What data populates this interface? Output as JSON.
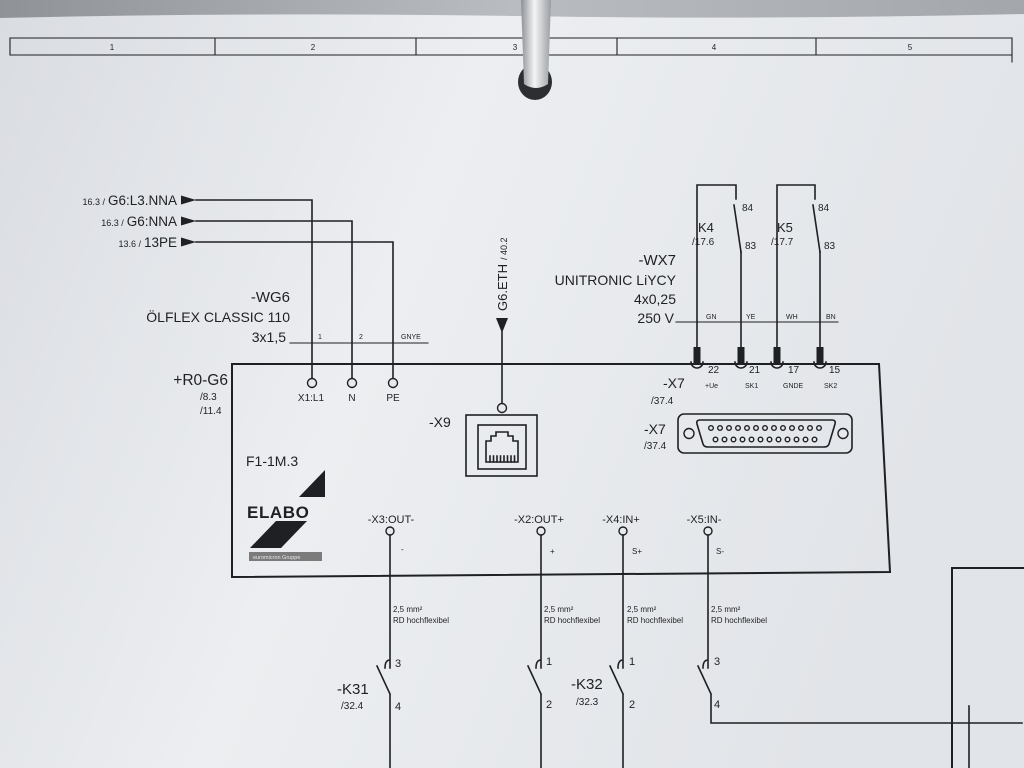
{
  "colors": {
    "paper": "#e7e9ed",
    "ink": "#1f2023",
    "logo_bar": "#7b7b7b"
  },
  "sheet": {
    "columns": [
      "1",
      "2",
      "3",
      "4",
      "5"
    ]
  },
  "incoming": [
    {
      "ref": "16.3 /",
      "signal": "G6:L3.NNA"
    },
    {
      "ref": "16.3 /",
      "signal": "G6:NNA"
    },
    {
      "ref": "13.6 /",
      "signal": "13PE"
    }
  ],
  "cable_wg6": {
    "tag": "-WG6",
    "type": "ÖLFLEX CLASSIC 110",
    "size": "3x1,5",
    "cores": [
      "1",
      "2",
      "GNYE"
    ]
  },
  "device": {
    "tag": "+R0-G6",
    "refs": [
      "/8.3",
      "/11.4"
    ],
    "name": "F1-1M.3",
    "power_terminals": [
      "X1:L1",
      "N",
      "PE"
    ]
  },
  "logo": {
    "text": "ELABO",
    "subtext": "euromicron Gruppe"
  },
  "ethernet": {
    "signal": "G6.ETH",
    "ref": "/ 40.2",
    "tag": "-X9",
    "icon": "rj45-port-icon"
  },
  "cable_wx7": {
    "tag": "-WX7",
    "type": "UNITRONIC LiYCY",
    "size": "4x0,25",
    "voltage": "250 V",
    "cores": [
      "GN",
      "YE",
      "WH",
      "BN"
    ]
  },
  "relays": [
    {
      "tag": "K4",
      "ref": "/17.6",
      "contact_top": "84",
      "contact_bottom": "83"
    },
    {
      "tag": "K5",
      "ref": "/17.7",
      "contact_top": "84",
      "contact_bottom": "83"
    }
  ],
  "x7_terminals": {
    "tag": "-X7",
    "ref": "/37.4",
    "pins": [
      {
        "number": "22",
        "label": "+Ue"
      },
      {
        "number": "21",
        "label": "SK1"
      },
      {
        "number": "17",
        "label": "GNDE"
      },
      {
        "number": "15",
        "label": "SK2"
      }
    ]
  },
  "x7_connector": {
    "tag": "-X7",
    "ref": "/37.4",
    "icon": "dsub-25-connector-icon"
  },
  "outputs": [
    {
      "tag": "-X3:OUT-",
      "polarity": "-",
      "cable_spec": "2,5 mm²",
      "cable_type": "RD hochflexibel",
      "contact_top": "3",
      "contact_bottom": "4"
    },
    {
      "tag": "-X2:OUT+",
      "polarity": "+",
      "cable_spec": "2,5 mm²",
      "cable_type": "RD hochflexibel",
      "contact_top": "1",
      "contact_bottom": "2"
    },
    {
      "tag": "-X4:IN+",
      "polarity": "S+",
      "cable_spec": "2,5 mm²",
      "cable_type": "RD hochflexibel",
      "contact_top": "1",
      "contact_bottom": "2"
    },
    {
      "tag": "-X5:IN-",
      "polarity": "S-",
      "cable_spec": "2,5 mm²",
      "cable_type": "RD hochflexibel",
      "contact_top": "3",
      "contact_bottom": "4"
    }
  ],
  "contactors": [
    {
      "tag": "-K31",
      "ref": "/32.4"
    },
    {
      "tag": "-K32",
      "ref": "/32.3"
    }
  ]
}
